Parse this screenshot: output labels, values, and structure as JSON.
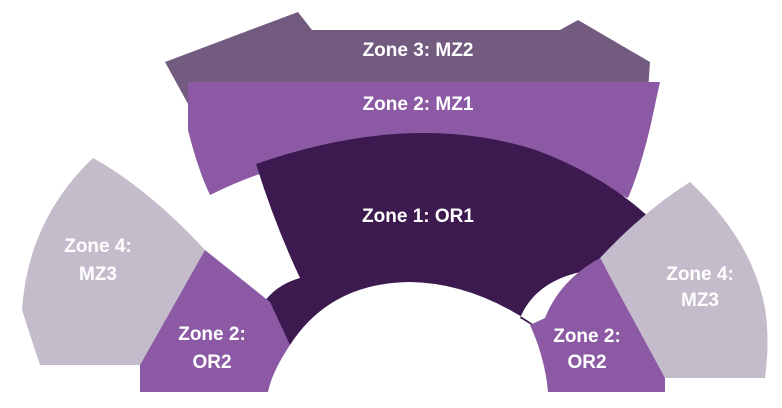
{
  "colors": {
    "background": "#ffffff",
    "zone1": "#3c1a4f",
    "zone2": "#8c5aa5",
    "zone3": "#735b80",
    "zone4": "#c4bccb",
    "label": "#ffffff"
  },
  "zones": {
    "zone3_mz2": {
      "label": "Zone 3: MZ2"
    },
    "zone2_mz1": {
      "label": "Zone 2: MZ1"
    },
    "zone1_or1": {
      "label": "Zone 1: OR1"
    },
    "zone4_left": {
      "line1": "Zone 4:",
      "line2": "MZ3"
    },
    "zone4_right": {
      "line1": "Zone 4:",
      "line2": "MZ3"
    },
    "zone2_left": {
      "line1": "Zone 2:",
      "line2": "OR2"
    },
    "zone2_right": {
      "line1": "Zone 2:",
      "line2": "OR2"
    }
  }
}
